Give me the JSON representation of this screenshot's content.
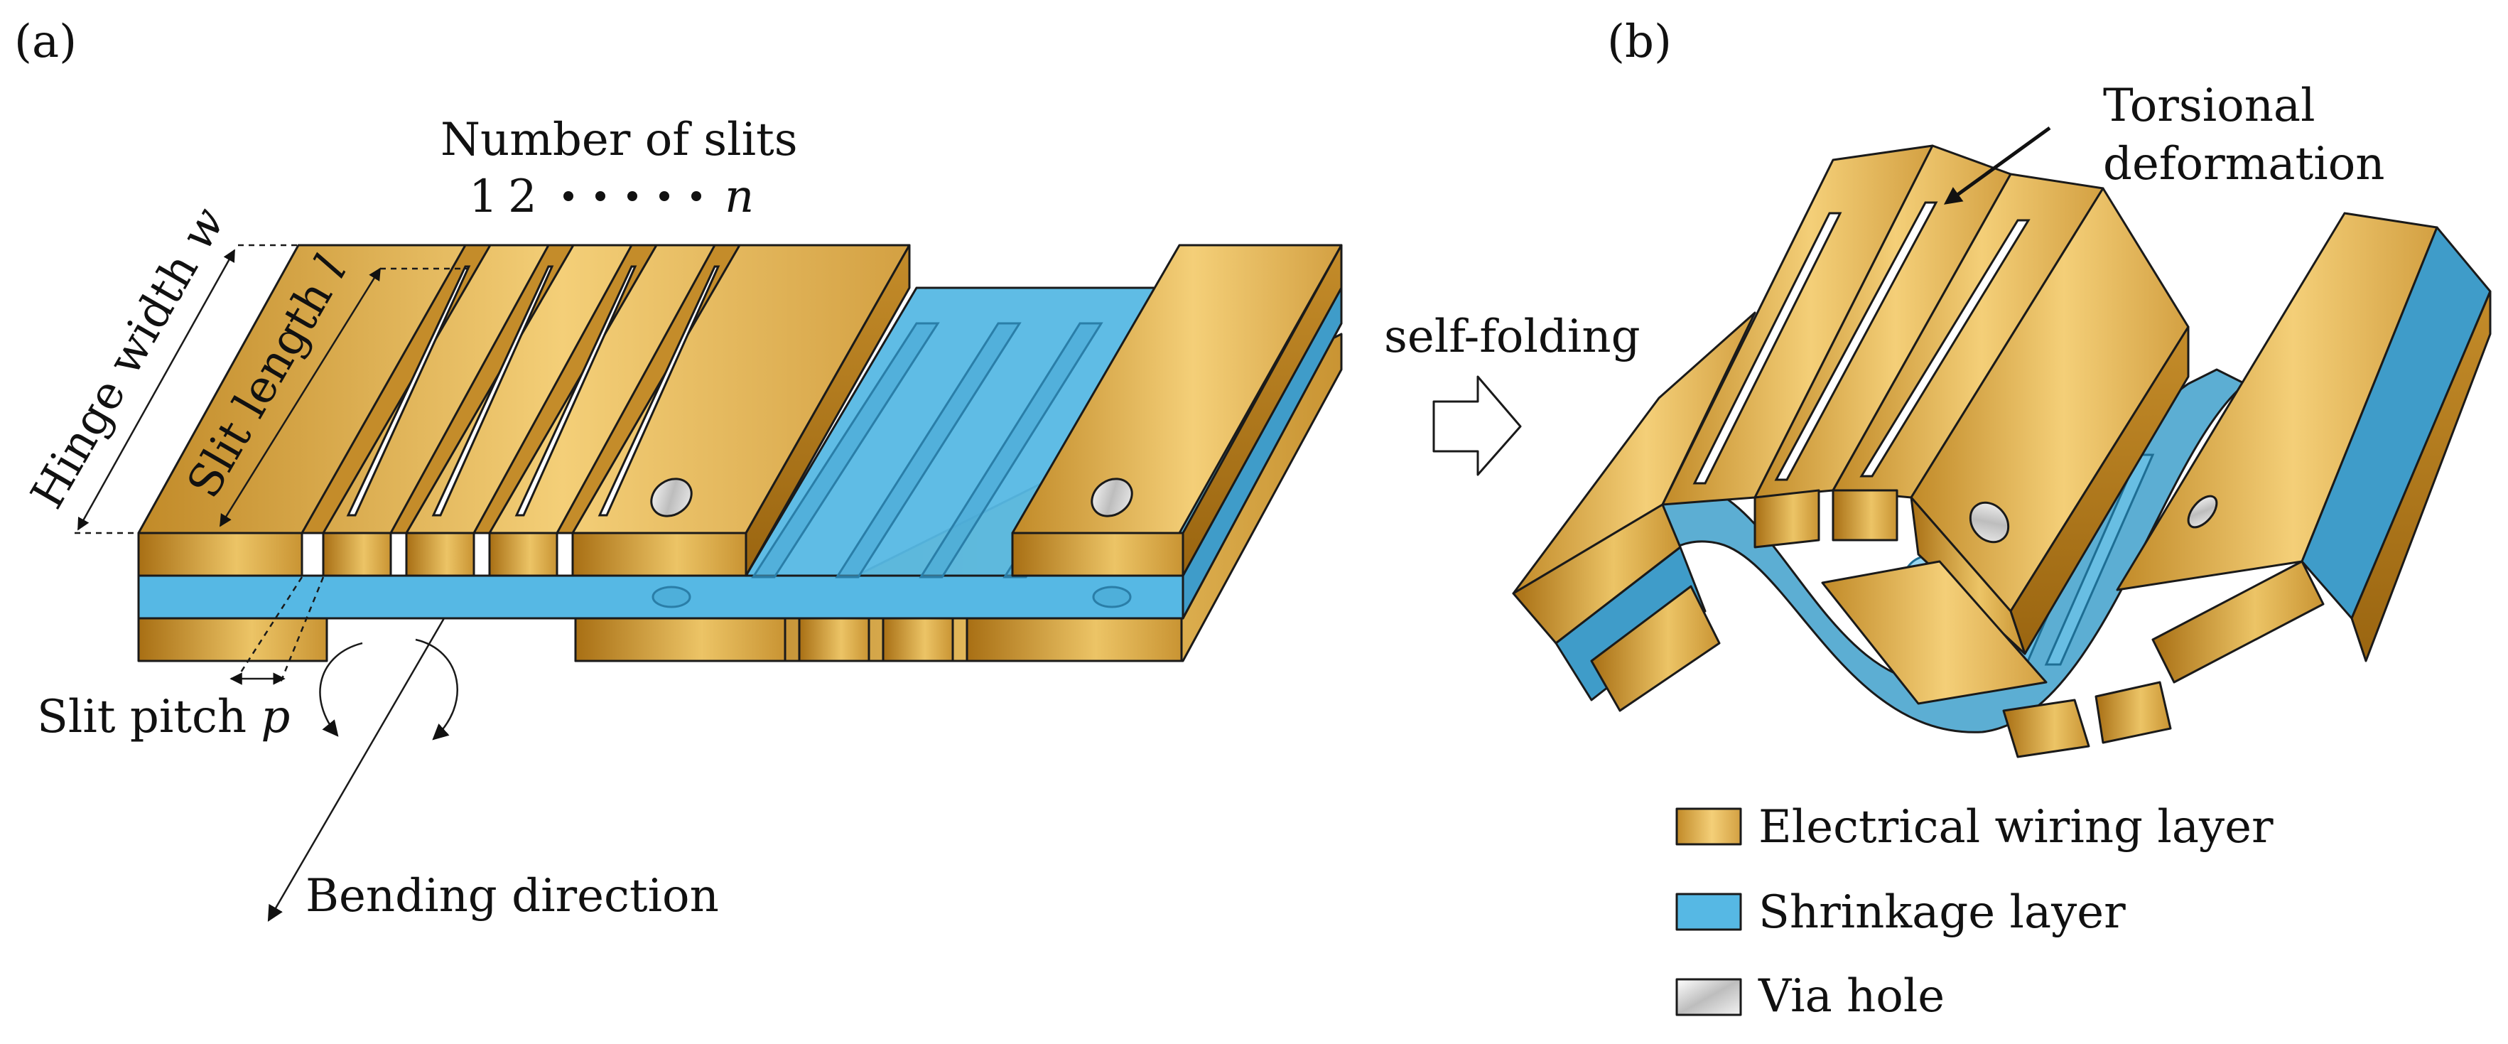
{
  "panel_a": {
    "tag": "(a)",
    "number_of_slits": "Number of slits",
    "slit_seq_1": "1",
    "slit_seq_2": "2",
    "slit_seq_n": "n",
    "hinge_width": "Hinge width",
    "hinge_symbol": "w",
    "slit_length": "Slit length",
    "slit_symbol": "l",
    "slit_pitch": "Slit pitch",
    "pitch_symbol": "p",
    "bending_direction": "Bending direction"
  },
  "arrow_label": "self-folding",
  "panel_b": {
    "tag": "(b)",
    "torsional_1": "Torsional",
    "torsional_2": "deformation"
  },
  "legend": [
    {
      "label": "Electrical wiring layer",
      "color": "#d9a445"
    },
    {
      "label": "Shrinkage layer",
      "color": "#4bb2e0"
    },
    {
      "label": "Via hole",
      "color": "#d8d8d8"
    }
  ],
  "colors": {
    "gold_dark": "#b07a1e",
    "gold_light": "#f6d27a",
    "blue": "#56b8e4",
    "blue_dark": "#2e8fbf",
    "blue_translucent": "#3e9fc9"
  }
}
